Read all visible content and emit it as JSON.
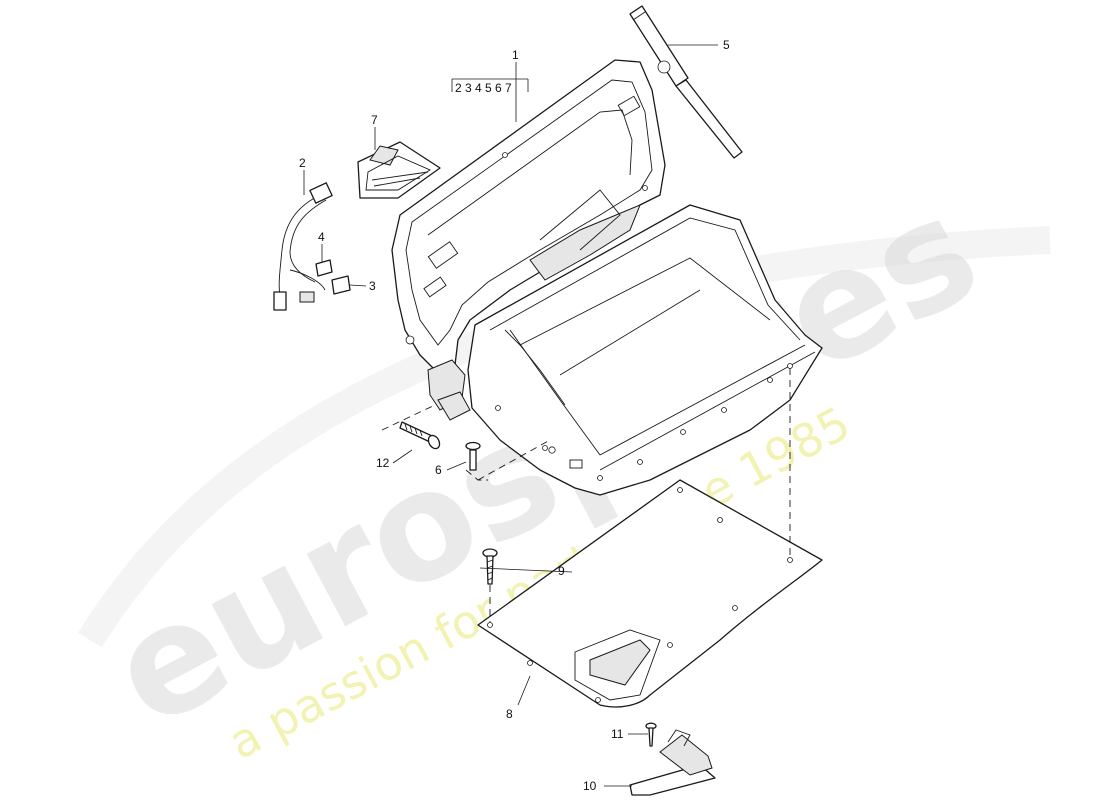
{
  "diagram": {
    "callouts": {
      "c1": "1",
      "c1_sub": "2 3 4 5 6 7",
      "c2": "2",
      "c3": "3",
      "c4": "4",
      "c5": "5",
      "c6": "6",
      "c7": "7",
      "c8": "8",
      "c9": "9",
      "c10": "10",
      "c11": "11",
      "c12": "12"
    }
  },
  "watermark": {
    "brand": "eurospares",
    "tagline": "a passion for parts since 1985"
  }
}
